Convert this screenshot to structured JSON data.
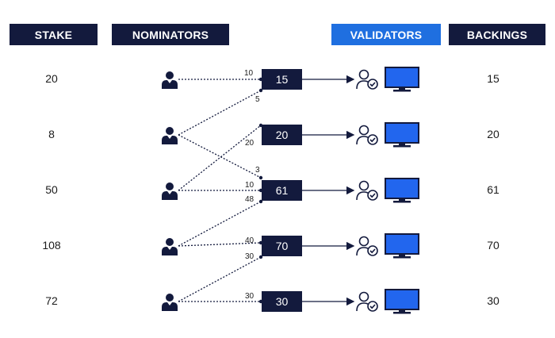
{
  "headers": {
    "stake": "STAKE",
    "nominators": "NOMINATORS",
    "validators": "VALIDATORS",
    "backings": "BACKINGS"
  },
  "colors": {
    "navy": "#131a3d",
    "highlight": "#1f6fe0",
    "monitor_blue": "#2266ee"
  },
  "icons": {
    "nominator": "person-icon",
    "validator": "person-check-icon",
    "node": "monitor-icon"
  },
  "rows": [
    {
      "stake": "20",
      "validator_value": "15",
      "backing": "15"
    },
    {
      "stake": "8",
      "validator_value": "20",
      "backing": "20"
    },
    {
      "stake": "50",
      "validator_value": "61",
      "backing": "61"
    },
    {
      "stake": "108",
      "validator_value": "70",
      "backing": "70"
    },
    {
      "stake": "72",
      "validator_value": "30",
      "backing": "30"
    }
  ],
  "edges": [
    {
      "from": 0,
      "to": 0,
      "label": "10"
    },
    {
      "from": 1,
      "to": 0,
      "label": "5"
    },
    {
      "from": 1,
      "to": 2,
      "label": "3"
    },
    {
      "from": 2,
      "to": 1,
      "label": "20"
    },
    {
      "from": 2,
      "to": 2,
      "label": "10"
    },
    {
      "from": 3,
      "to": 2,
      "label": "48"
    },
    {
      "from": 3,
      "to": 3,
      "label": "40"
    },
    {
      "from": 4,
      "to": 3,
      "label": "30"
    },
    {
      "from": 4,
      "to": 4,
      "label": "30"
    }
  ]
}
